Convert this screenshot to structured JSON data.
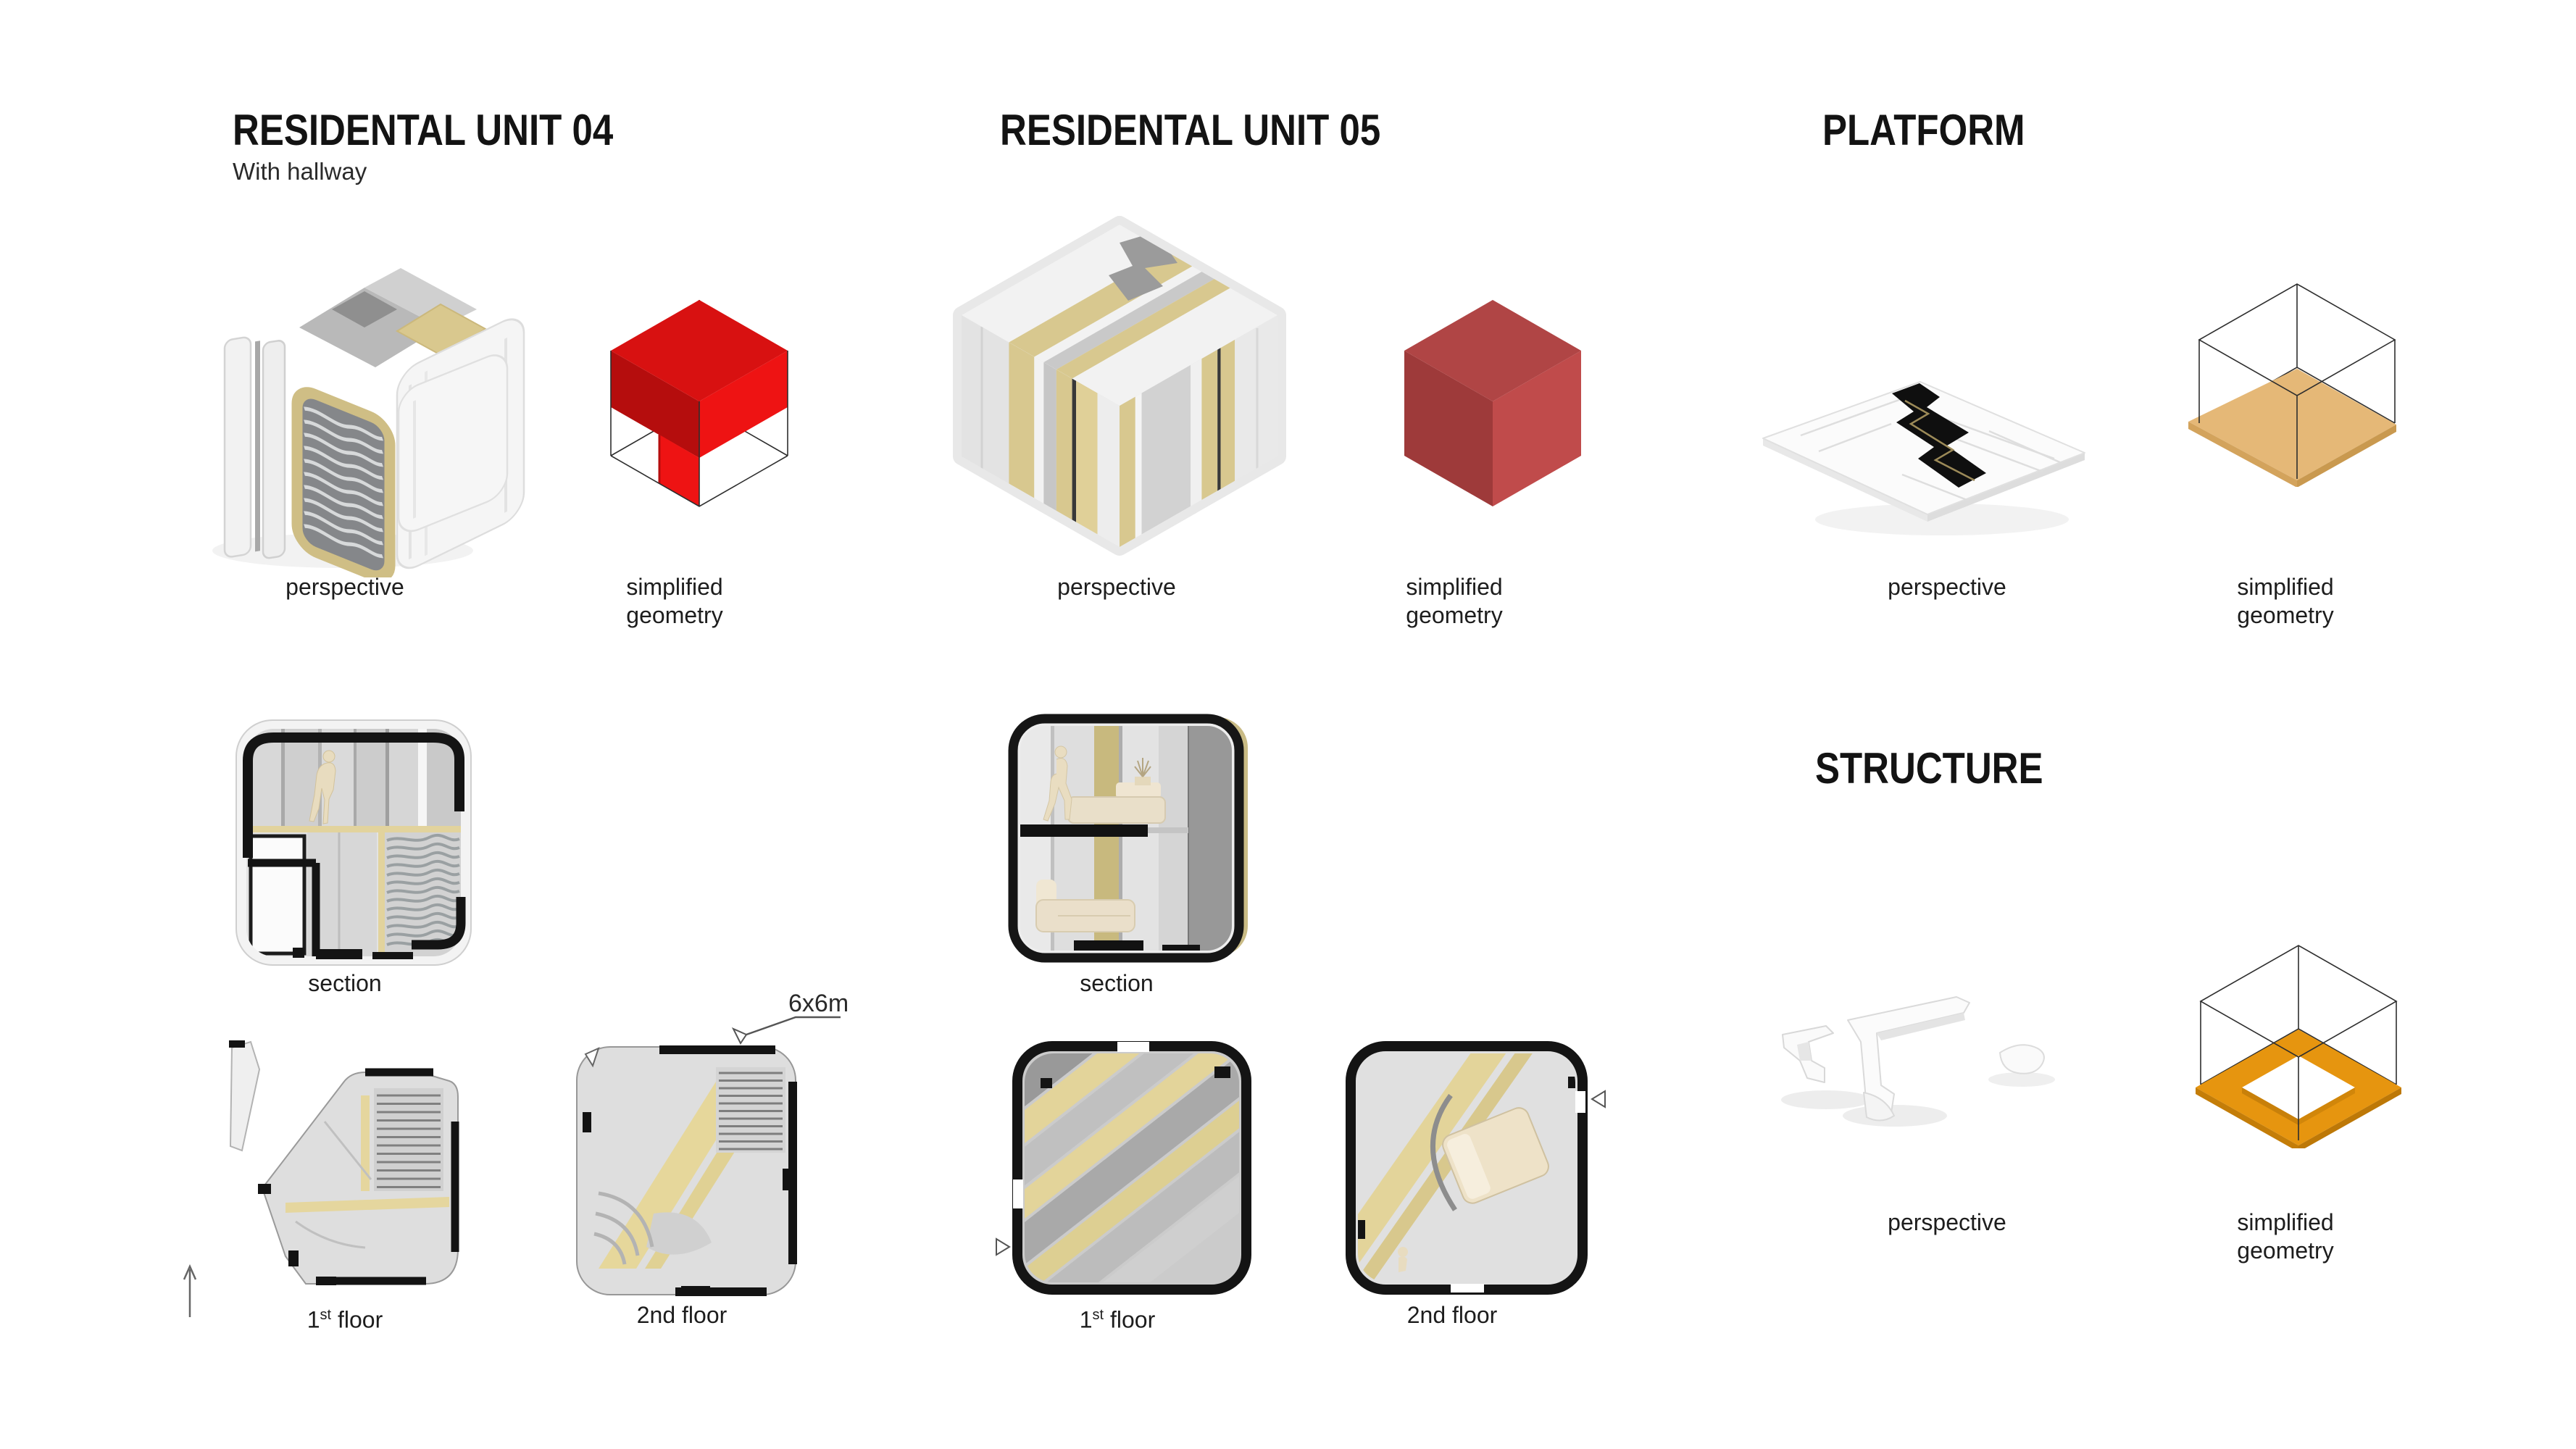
{
  "page": {
    "background": "#ffffff"
  },
  "colors": {
    "wireframe": "#2e2e2e",
    "unit04_red_top": "#d81111",
    "unit04_red_right": "#ee1313",
    "unit04_red_left": "#b50d0d",
    "unit05_red_top": "#b04545",
    "unit05_red_right": "#c04b4b",
    "unit05_red_left": "#9e3a3a",
    "platform_slab": "#e5b877",
    "platform_slab_edge_left": "#d3a35c",
    "platform_slab_edge_right": "#c9994f",
    "structure_ring": "#e6950f",
    "structure_ring_edge": "#c47d08",
    "tan_accent": "#d8c88f"
  },
  "unit04": {
    "title": "RESIDENTAL UNIT 04",
    "subtitle": "With hallway",
    "labels": {
      "perspective": "perspective",
      "simplified_geometry": "simplified geometry",
      "section": "section",
      "floor1_num": "1",
      "floor1_sup": "st",
      "floor1_rest": " floor",
      "floor2": "2nd floor"
    },
    "annotation_dimension": "6x6m"
  },
  "unit05": {
    "title": "RESIDENTAL UNIT 05",
    "labels": {
      "perspective": "perspective",
      "simplified_geometry": "simplified geometry",
      "section": "section",
      "floor1_num": "1",
      "floor1_sup": "st",
      "floor1_rest": " floor",
      "floor2": "2nd floor"
    }
  },
  "platform": {
    "title": "PLATFORM",
    "labels": {
      "perspective": "perspective",
      "simplified_geometry": "simplified geometry"
    }
  },
  "structure": {
    "title": "STRUCTURE",
    "labels": {
      "perspective": "perspective",
      "simplified_geometry": "simplified geometry"
    }
  }
}
